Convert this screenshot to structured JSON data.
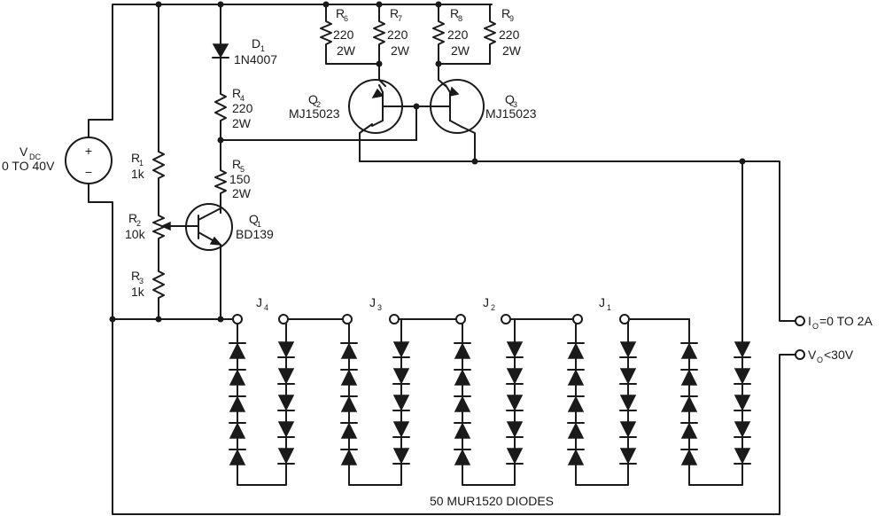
{
  "source": {
    "name": "V",
    "sub": "DC",
    "range": "0 TO 40V",
    "plus": "+",
    "minus": "−"
  },
  "d1": {
    "ref": "D",
    "sub": "1",
    "part": "1N4007"
  },
  "r1": {
    "ref": "R",
    "sub": "1",
    "value": "1k"
  },
  "r2": {
    "ref": "R",
    "sub": "2",
    "value": "10k"
  },
  "r3": {
    "ref": "R",
    "sub": "3",
    "value": "1k"
  },
  "r4": {
    "ref": "R",
    "sub": "4",
    "value": "220",
    "power": "2W"
  },
  "r5": {
    "ref": "R",
    "sub": "5",
    "value": "150",
    "power": "2W"
  },
  "r6": {
    "ref": "R",
    "sub": "6",
    "value": "220",
    "power": "2W"
  },
  "r7": {
    "ref": "R",
    "sub": "7",
    "value": "220",
    "power": "2W"
  },
  "r8": {
    "ref": "R",
    "sub": "8",
    "value": "220",
    "power": "2W"
  },
  "r9": {
    "ref": "R",
    "sub": "9",
    "value": "220",
    "power": "2W"
  },
  "q1": {
    "ref": "Q",
    "sub": "1",
    "part": "BD139"
  },
  "q2": {
    "ref": "Q",
    "sub": "2",
    "part": "MJ15023"
  },
  "q3": {
    "ref": "Q",
    "sub": "3",
    "part": "MJ15023"
  },
  "jumpers": {
    "j4": {
      "ref": "J",
      "sub": "4"
    },
    "j3": {
      "ref": "J",
      "sub": "3"
    },
    "j2": {
      "ref": "J",
      "sub": "2"
    },
    "j1": {
      "ref": "J",
      "sub": "1"
    }
  },
  "outputs": {
    "current": {
      "name": "I",
      "sub": "O",
      "text": "=0 TO 2A"
    },
    "voltage": {
      "name": "V",
      "sub": "O",
      "text": "<30V"
    }
  },
  "caption": "50 MUR1520 DIODES"
}
